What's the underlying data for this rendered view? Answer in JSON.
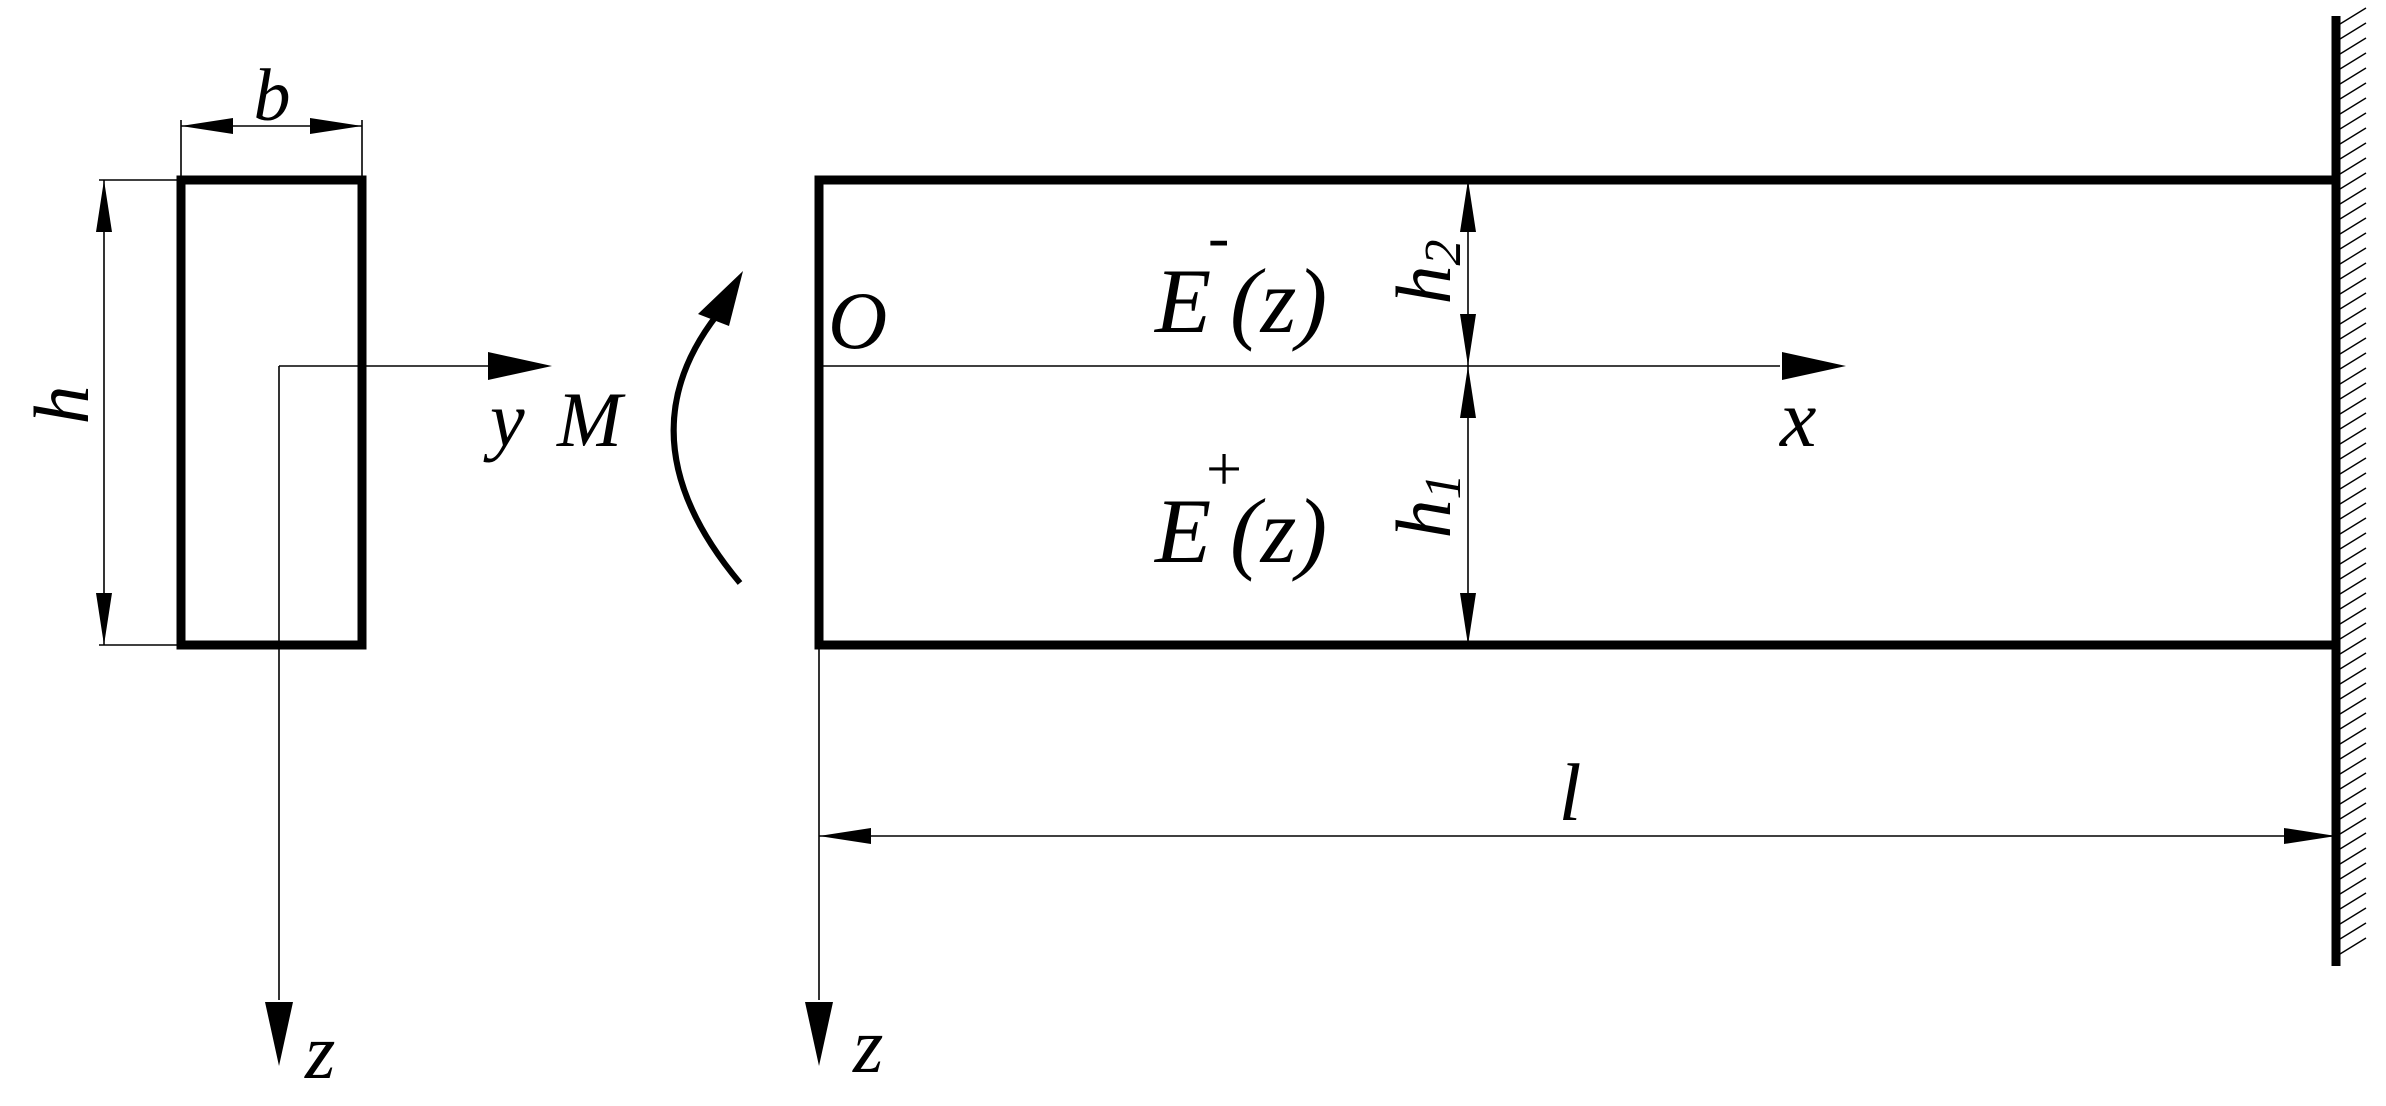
{
  "labels": {
    "section_width": "b",
    "section_height": "h",
    "section_axis_y": "y",
    "section_axis_z": "z",
    "moment": "M",
    "origin": "O",
    "beam_axis_x": "x",
    "beam_axis_z": "z",
    "length": "l",
    "upper_thickness": "h2",
    "lower_thickness": "h1",
    "upper_modulus_base": "E",
    "upper_modulus_sign": "-",
    "upper_modulus_arg": "(z)",
    "lower_modulus_base": "E",
    "lower_modulus_sign": "+",
    "lower_modulus_arg": "(z)"
  },
  "colors": {
    "line": "#000000",
    "background": "#ffffff"
  }
}
